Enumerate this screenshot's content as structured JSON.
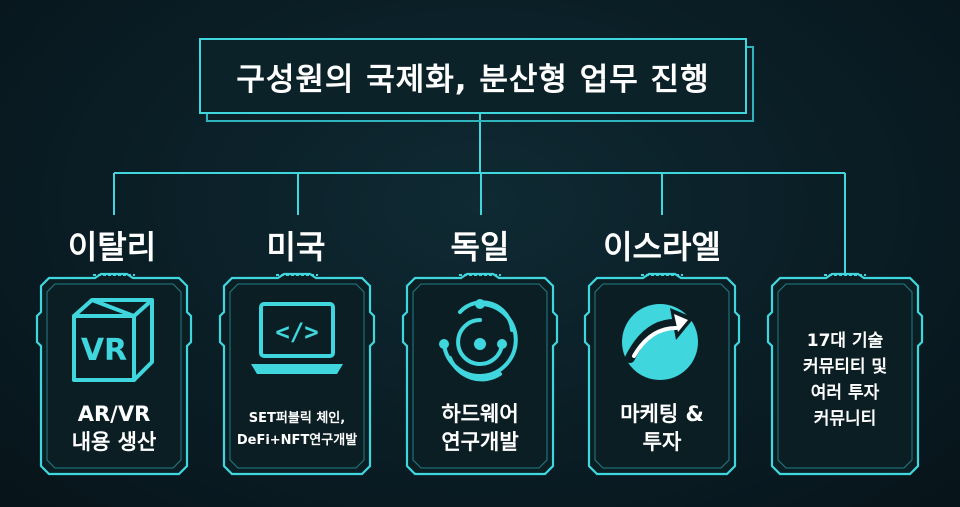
{
  "title": "구성원의 국제화, 분산형 업무 진행",
  "countries": [
    {
      "name": "이탈리"
    },
    {
      "name": "미국"
    },
    {
      "name": "독일"
    },
    {
      "name": "이스라엘"
    }
  ],
  "cards": [
    {
      "line1": "AR/VR",
      "line2": "내용 생산",
      "icon": "vr-cube-icon",
      "icon_text": "VR"
    },
    {
      "line1": "SET퍼블릭 체인,",
      "line2": "DeFi+NFT연구개발",
      "icon": "code-laptop-icon",
      "icon_text": "</>"
    },
    {
      "line1": "하드웨어",
      "line2": "연구개발",
      "icon": "circuit-circles-icon"
    },
    {
      "line1": "마케팅 &",
      "line2": "투자",
      "icon": "growth-arrow-icon"
    },
    {
      "lines": [
        "17대 기술",
        "커뮤티티 및",
        "여러 투자",
        "커뮤니티"
      ]
    }
  ],
  "colors": {
    "accent": "#3fd6dd",
    "background": "#0a1d25",
    "card_fill": "#0b1e24"
  }
}
